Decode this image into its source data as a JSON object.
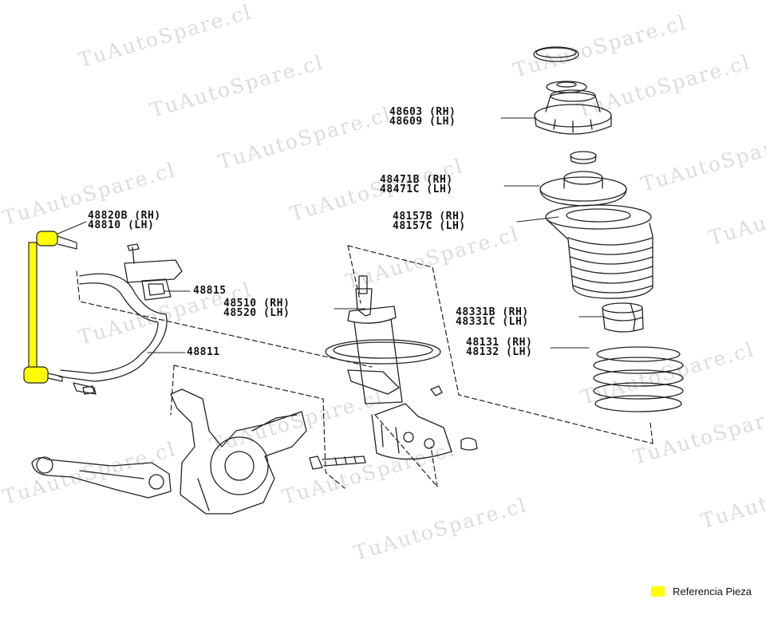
{
  "watermark": "TuAutoSpare.cl",
  "parts": [
    {
      "id": "top-cap",
      "rh": "48603 (RH)",
      "lh": "48609 (LH)"
    },
    {
      "id": "upper-seat",
      "rh": "48471B (RH)",
      "lh": "48471C (LH)"
    },
    {
      "id": "dust-boot",
      "rh": "48157B (RH)",
      "lh": "48157C (LH)"
    },
    {
      "id": "bump-stop",
      "rh": "48331B (RH)",
      "lh": "48331C (LH)"
    },
    {
      "id": "coil-spring",
      "rh": "48131 (RH)",
      "lh": "48132 (LH)"
    },
    {
      "id": "strut",
      "rh": "48510 (RH)",
      "lh": "48520 (LH)"
    },
    {
      "id": "stab-link",
      "rh": "48820B (RH)",
      "lh": "48810 (LH)"
    }
  ],
  "single_parts": {
    "bushing": "48815",
    "stabilizer_bar": "48811"
  },
  "legend": {
    "label": "Referencia Pieza",
    "color": "#ffff00"
  }
}
